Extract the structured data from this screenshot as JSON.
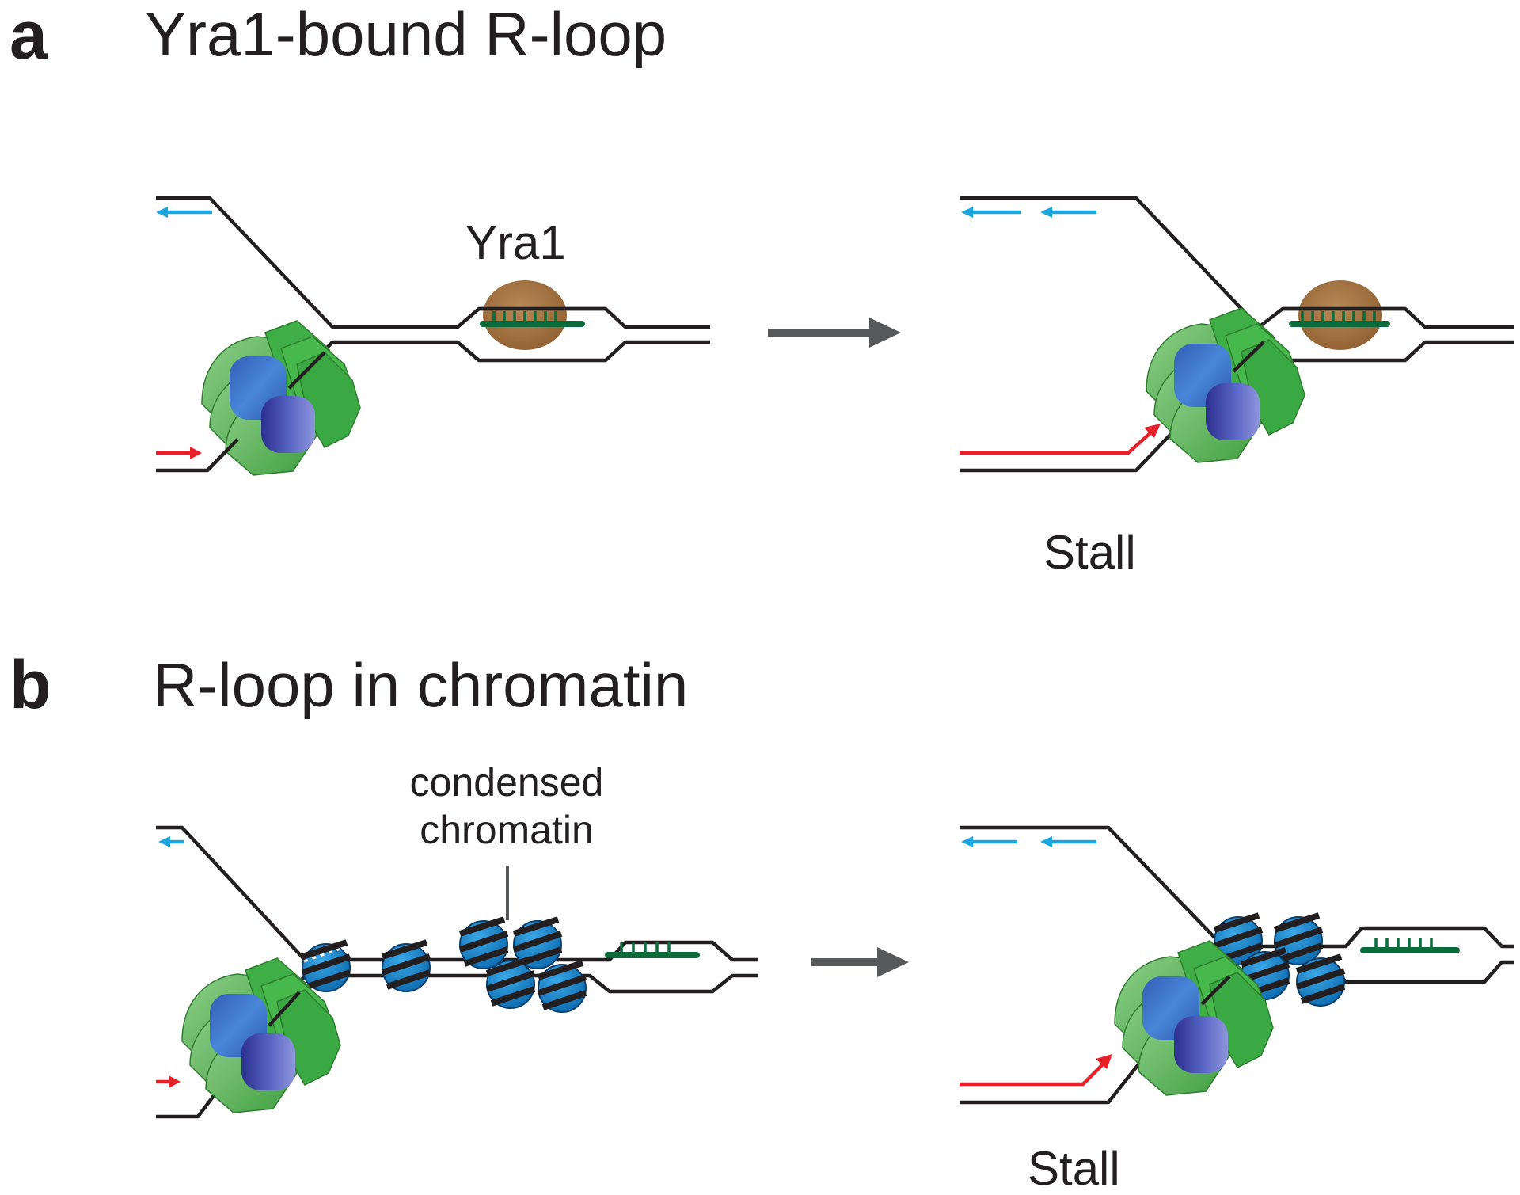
{
  "panel_a": {
    "letter": "a",
    "title": "Yra1-bound R-loop",
    "protein_label": "Yra1",
    "outcome_label": "Stall"
  },
  "panel_b": {
    "letter": "b",
    "title": "R-loop in chromatin",
    "chromatin_label_line1": "condensed",
    "chromatin_label_line2": "chromatin",
    "outcome_label": "Stall"
  },
  "colors": {
    "dna": "#231f20",
    "lagging_primer": "#1ba6e0",
    "leading_primer": "#e8202a",
    "rna_hybrid": "#0b6b3a",
    "yra1": "#9b6b3f",
    "helicase_green": "#4aa84a",
    "helicase_blue": "#3a6ec0",
    "nucleosome": "#1b84c6",
    "arrow": "#58595b"
  },
  "icons": {
    "replisome": "cmg-helicase-icon",
    "nucleosome": "nucleosome-icon",
    "yra1": "yra1-protein-icon"
  }
}
